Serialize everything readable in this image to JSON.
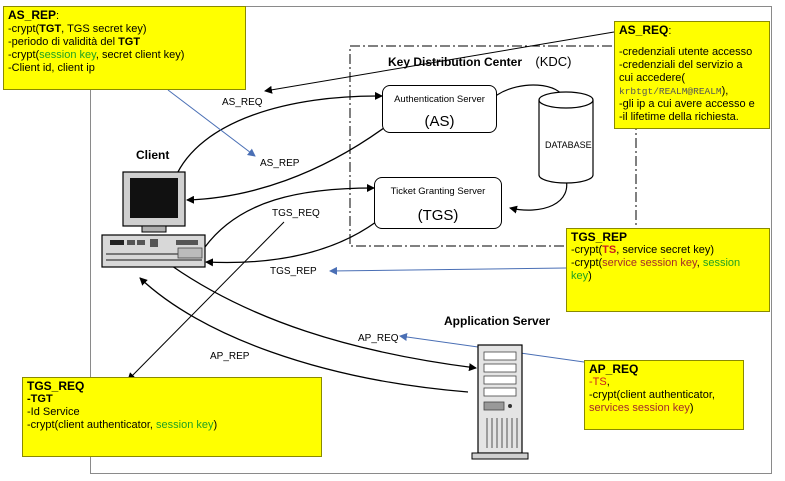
{
  "kdc_title": "Key Distribution Center",
  "kdc_abbr": "(KDC)",
  "client_label": "Client",
  "app_server_label": "Application Server",
  "database_label": "DATABASE",
  "as_box": {
    "name": "Authentication Server",
    "abbr": "(AS)"
  },
  "tgs_box": {
    "name": "Ticket Granting Server",
    "abbr": "(TGS)"
  },
  "arrows": {
    "as_req": "AS_REQ",
    "as_rep": "AS_REP",
    "tgs_req": "TGS_REQ",
    "tgs_rep": "TGS_REP",
    "ap_req": "AP_REQ",
    "ap_rep": "AP_REP"
  },
  "notes": {
    "as_rep": {
      "title": "AS_REP",
      "colon": ":",
      "l1_pre": "-crypt(",
      "l1_bold": "TGT",
      "l1_post": ", TGS secret key)",
      "l2_pre": "-periodo di validità del ",
      "l2_bold": "TGT",
      "l3_pre": "-crypt(",
      "l3_green": "session key",
      "l3_post": ", secret client key)",
      "l4": "-Client id, client ip"
    },
    "as_req": {
      "title": "AS_REQ",
      "colon": ":",
      "l1": "-credenziali utente accesso",
      "l2": "-credenziali del servizio a",
      "l3": "cui accedere(",
      "l4_mono": "krbtgt/REALM@REALM",
      "l4_post": "),",
      "l5": "-gli ip a cui avere accesso e",
      "l6": "-il lifetime della richiesta."
    },
    "tgs_rep": {
      "title": "TGS_REP",
      "l1_pre": "-crypt(",
      "l1_red": "TS",
      "l1_post": ", service secret key)",
      "l2_pre": "-crypt(",
      "l2_red": "service session key",
      "l2_sep": ", ",
      "l2_green": "session",
      "l3_green": "key",
      "l3_post": ")"
    },
    "ap_req": {
      "title": "AP_REQ",
      "l1_red": "-TS",
      "l1_post": ",",
      "l2": "-crypt(client authenticator,",
      "l3_red": "services session  key",
      "l3_post": ")"
    },
    "tgs_req": {
      "title": "TGS_REQ",
      "l1": "-TGT",
      "l2": "-Id Service",
      "l3_pre": "-crypt(client authenticator, ",
      "l3_green": "session key",
      "l3_post": ")"
    }
  },
  "colors": {
    "note_bg": "#ffff00",
    "blue_arrow": "#4a6fb5",
    "green_text": "#21a121",
    "red_text": "#cc1f1f"
  }
}
